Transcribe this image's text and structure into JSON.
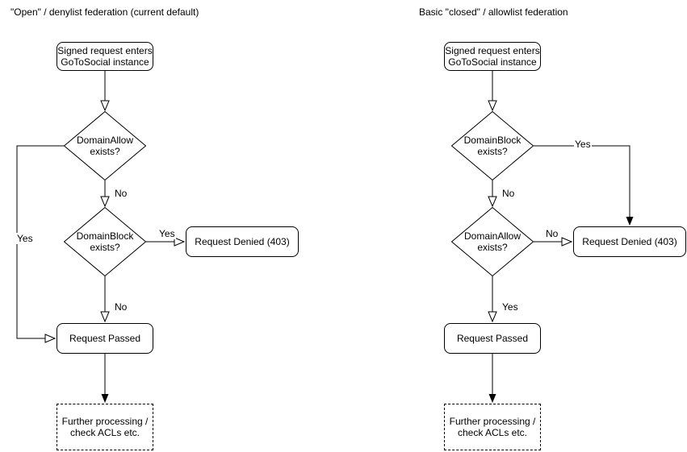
{
  "left": {
    "title": "\"Open\" / denylist federation (current default)",
    "start": [
      "Signed request enters",
      "GoToSocial instance"
    ],
    "decision1": [
      "DomainAllow",
      "exists?"
    ],
    "decision2": [
      "DomainBlock",
      "exists?"
    ],
    "denied": "Request Denied (403)",
    "passed": "Request Passed",
    "further": [
      "Further processing /",
      "check ACLs etc."
    ],
    "labels": {
      "d1_no": "No",
      "d1_yes": "Yes",
      "d2_yes": "Yes",
      "d2_no": "No"
    }
  },
  "right": {
    "title": "Basic \"closed\" / allowlist federation",
    "start": [
      "Signed request enters",
      "GoToSocial instance"
    ],
    "decision1": [
      "DomainBlock",
      "exists?"
    ],
    "decision2": [
      "DomainAllow",
      "exists?"
    ],
    "denied": "Request Denied (403)",
    "passed": "Request Passed",
    "further": [
      "Further processing /",
      "check ACLs etc."
    ],
    "labels": {
      "d1_yes": "Yes",
      "d1_no": "No",
      "d2_no": "No",
      "d2_yes": "Yes"
    }
  },
  "colors": {
    "stroke": "#000000",
    "background": "#ffffff",
    "text": "#000000"
  }
}
